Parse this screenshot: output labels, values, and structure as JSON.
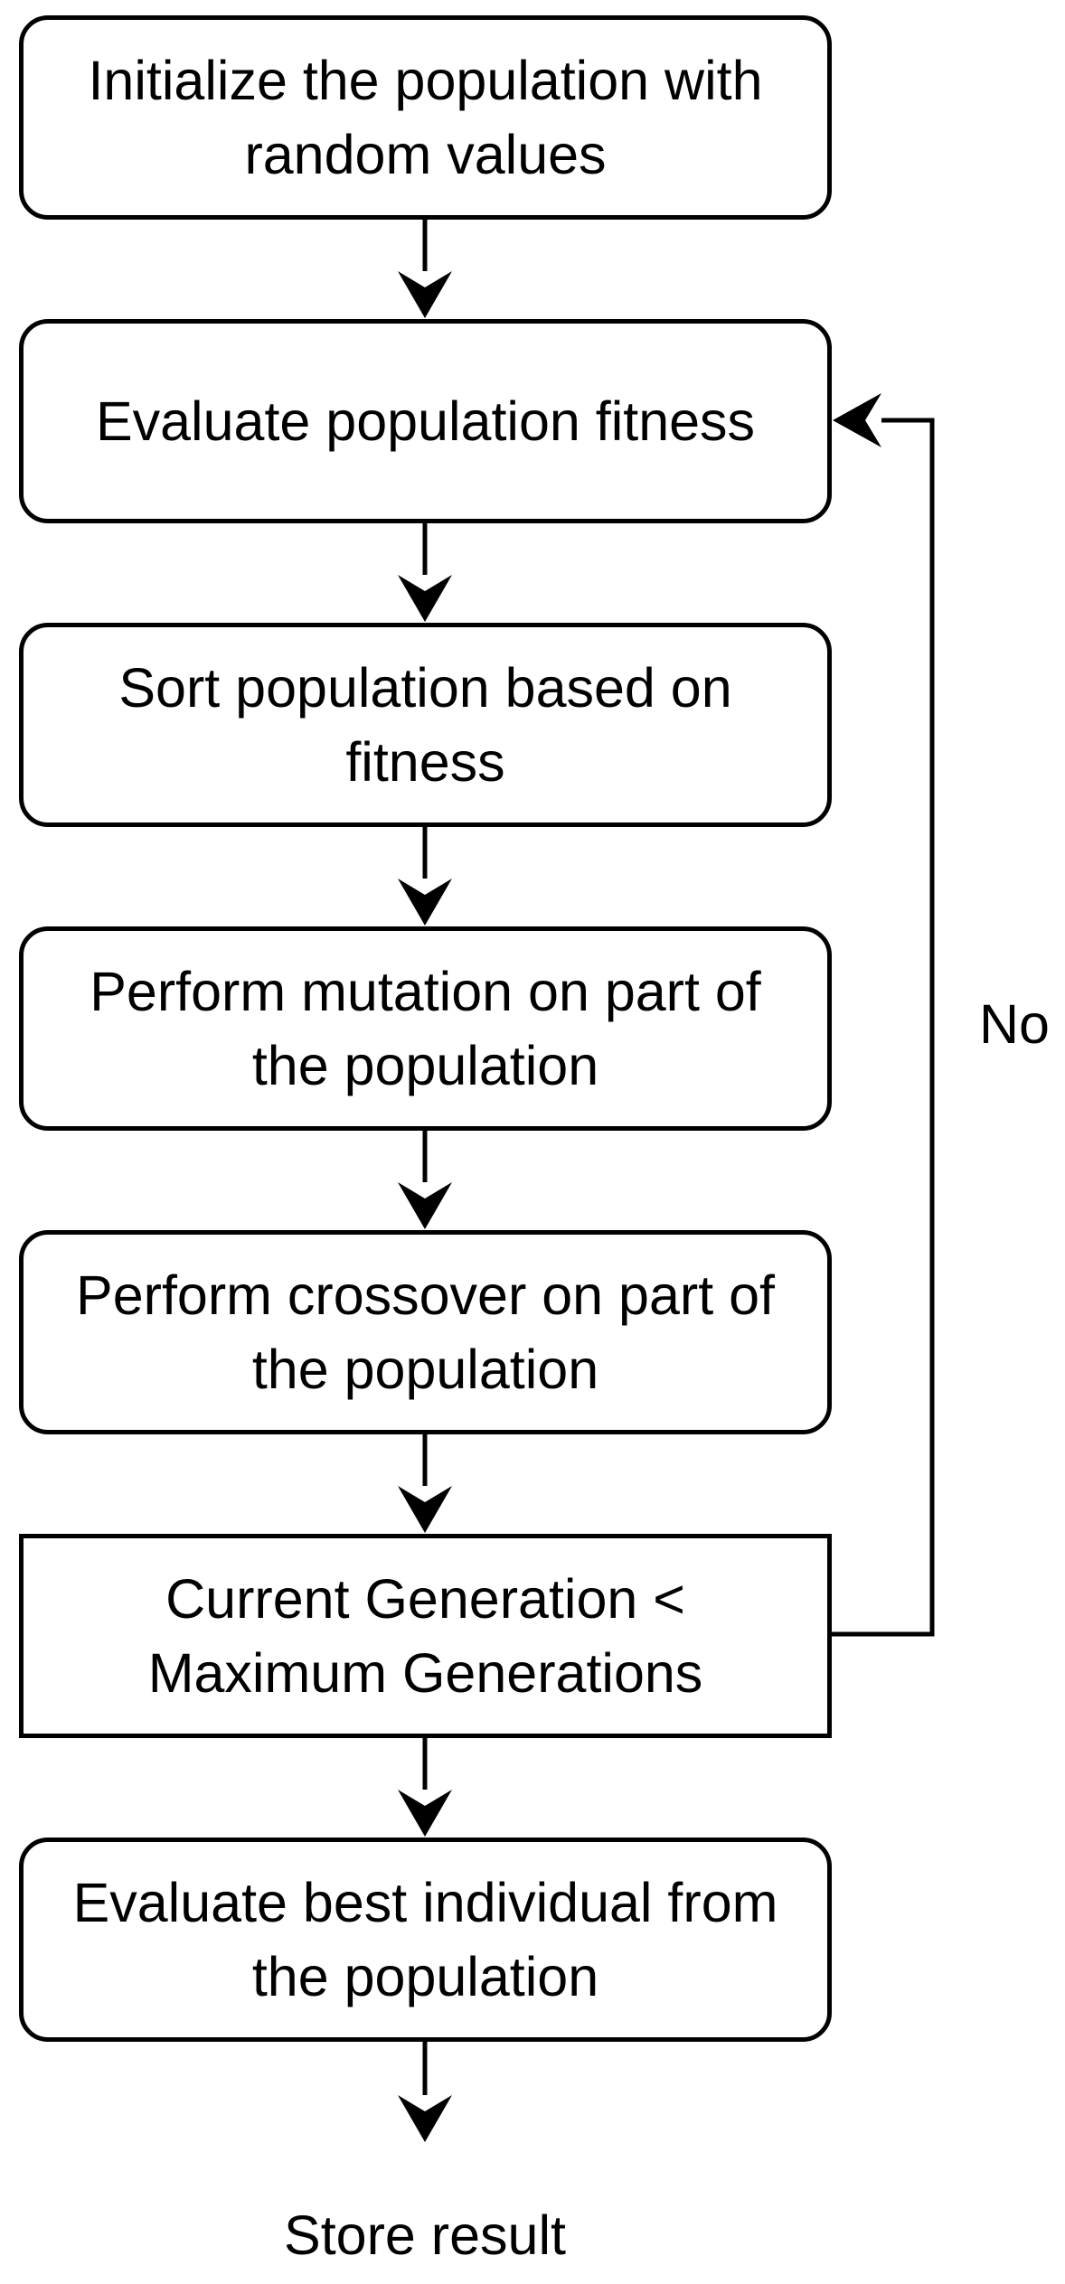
{
  "nodes": {
    "init": {
      "line1": "Initialize the population with",
      "line2": "random values"
    },
    "evaluate": {
      "line1": "Evaluate population fitness"
    },
    "sort": {
      "line1": "Sort population based on",
      "line2": "fitness"
    },
    "mutation": {
      "line1": "Perform mutation on part of",
      "line2": "the population"
    },
    "crossover": {
      "line1": "Perform crossover on part of",
      "line2": "the population"
    },
    "condition": {
      "line1": "Current Generation <",
      "line2": "Maximum Generations"
    },
    "best": {
      "line1": "Evaluate best individual from",
      "line2": "the population"
    }
  },
  "edge_labels": {
    "loop_no": "No"
  },
  "terminal": {
    "store": "Store result"
  },
  "colors": {
    "stroke": "#000000",
    "fill": "#ffffff"
  }
}
